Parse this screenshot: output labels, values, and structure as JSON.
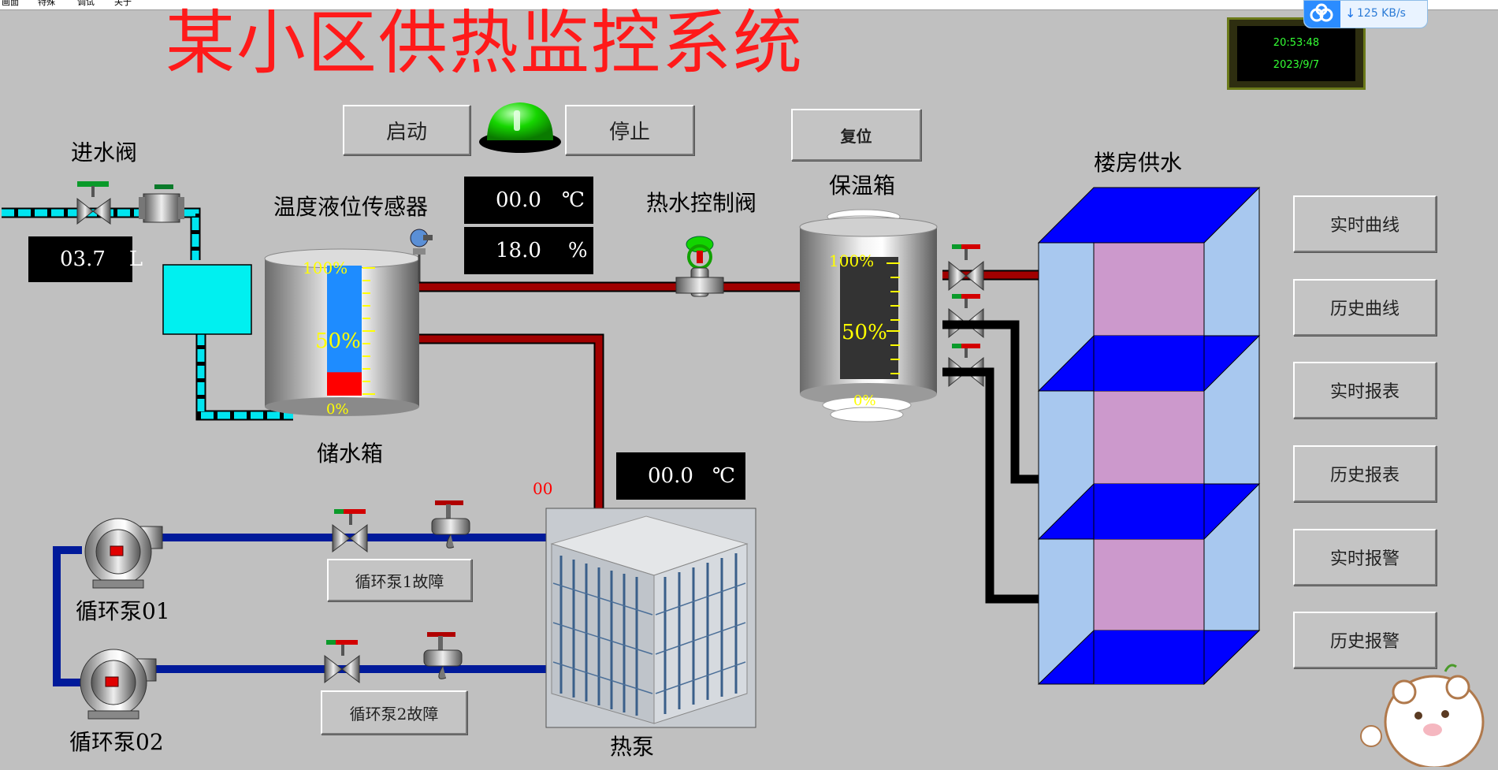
{
  "menu": [
    "画面",
    "特殊",
    "调试",
    "关于"
  ],
  "title": "某小区供热监控系统",
  "controls": {
    "start_label": "启动",
    "stop_label": "停止",
    "reset_label": "复位"
  },
  "clock": {
    "time": "20:53:48",
    "date": "2023/9/7"
  },
  "network": {
    "speed": "125 KB/s"
  },
  "inlet": {
    "label": "进水阀",
    "flow_value": "03.7",
    "flow_unit": "L"
  },
  "sensor": {
    "label": "温度液位传感器",
    "temp_value": "00.0",
    "temp_unit": "℃",
    "level_value": "18.0",
    "level_unit": "%"
  },
  "storage_tank": {
    "label": "储水箱",
    "scale_top": "100%",
    "scale_mid": "50%",
    "scale_bottom": "0%",
    "level_fraction": 0.18
  },
  "hot_valve": {
    "label": "热水控制阀"
  },
  "insulated_tank": {
    "label": "保温箱",
    "scale_top": "100%",
    "scale_mid": "50%",
    "scale_bottom": "0%",
    "level_fraction": 0.0
  },
  "building": {
    "label": "楼房供水"
  },
  "heat_pump": {
    "label": "热泵",
    "temp_value": "00.0",
    "temp_unit": "℃",
    "counter": "00"
  },
  "pumps": [
    {
      "label": "循环泵01",
      "fault_label": "循环泵1故障"
    },
    {
      "label": "循环泵02",
      "fault_label": "循环泵2故障"
    }
  ],
  "side_buttons": [
    "实时曲线",
    "历史曲线",
    "实时报表",
    "历史报表",
    "实时报警",
    "历史报警"
  ],
  "colors": {
    "title": "#ff1a1a",
    "hot_pipe": "#a10000",
    "cold_pipe": "#001a9a",
    "inlet_pipe": "#00e5f0",
    "indicator": "#12d400"
  }
}
